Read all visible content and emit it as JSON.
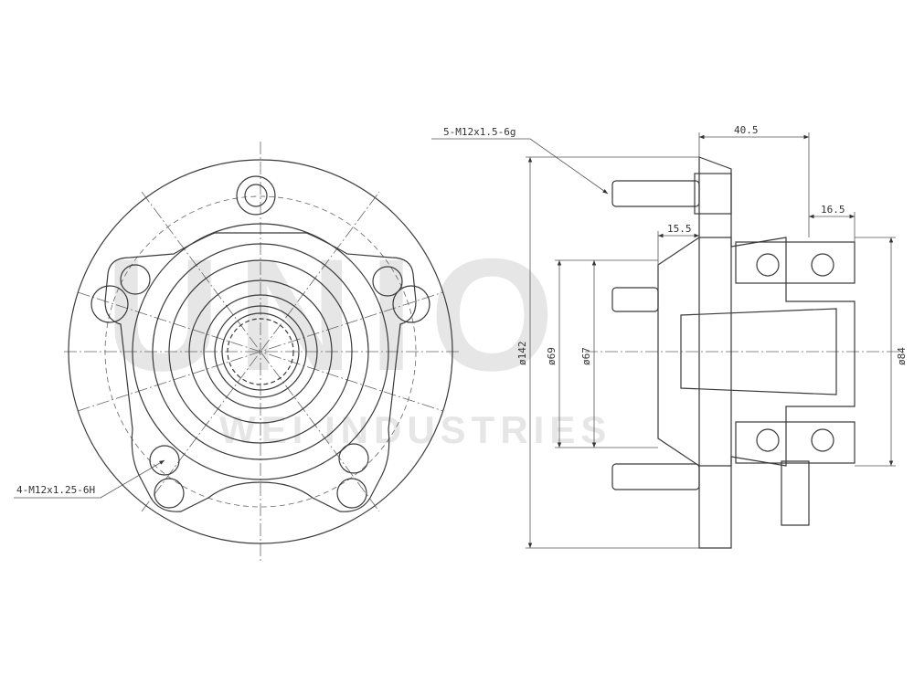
{
  "watermark": {
    "brand": "UNIO",
    "sub": "WEI INDUSTRIES"
  },
  "callouts": {
    "stud_thread": "5-M12x1.5-6g",
    "bolt_thread": "4-M12x1.25-6H"
  },
  "dimensions": {
    "width_total": "40.5",
    "bearing_offset": "16.5",
    "pilot_length": "15.5",
    "dia_flange": "ø142",
    "dia_pilot": "ø69",
    "dia_bore": "ø67",
    "dia_bearing": "ø84"
  }
}
